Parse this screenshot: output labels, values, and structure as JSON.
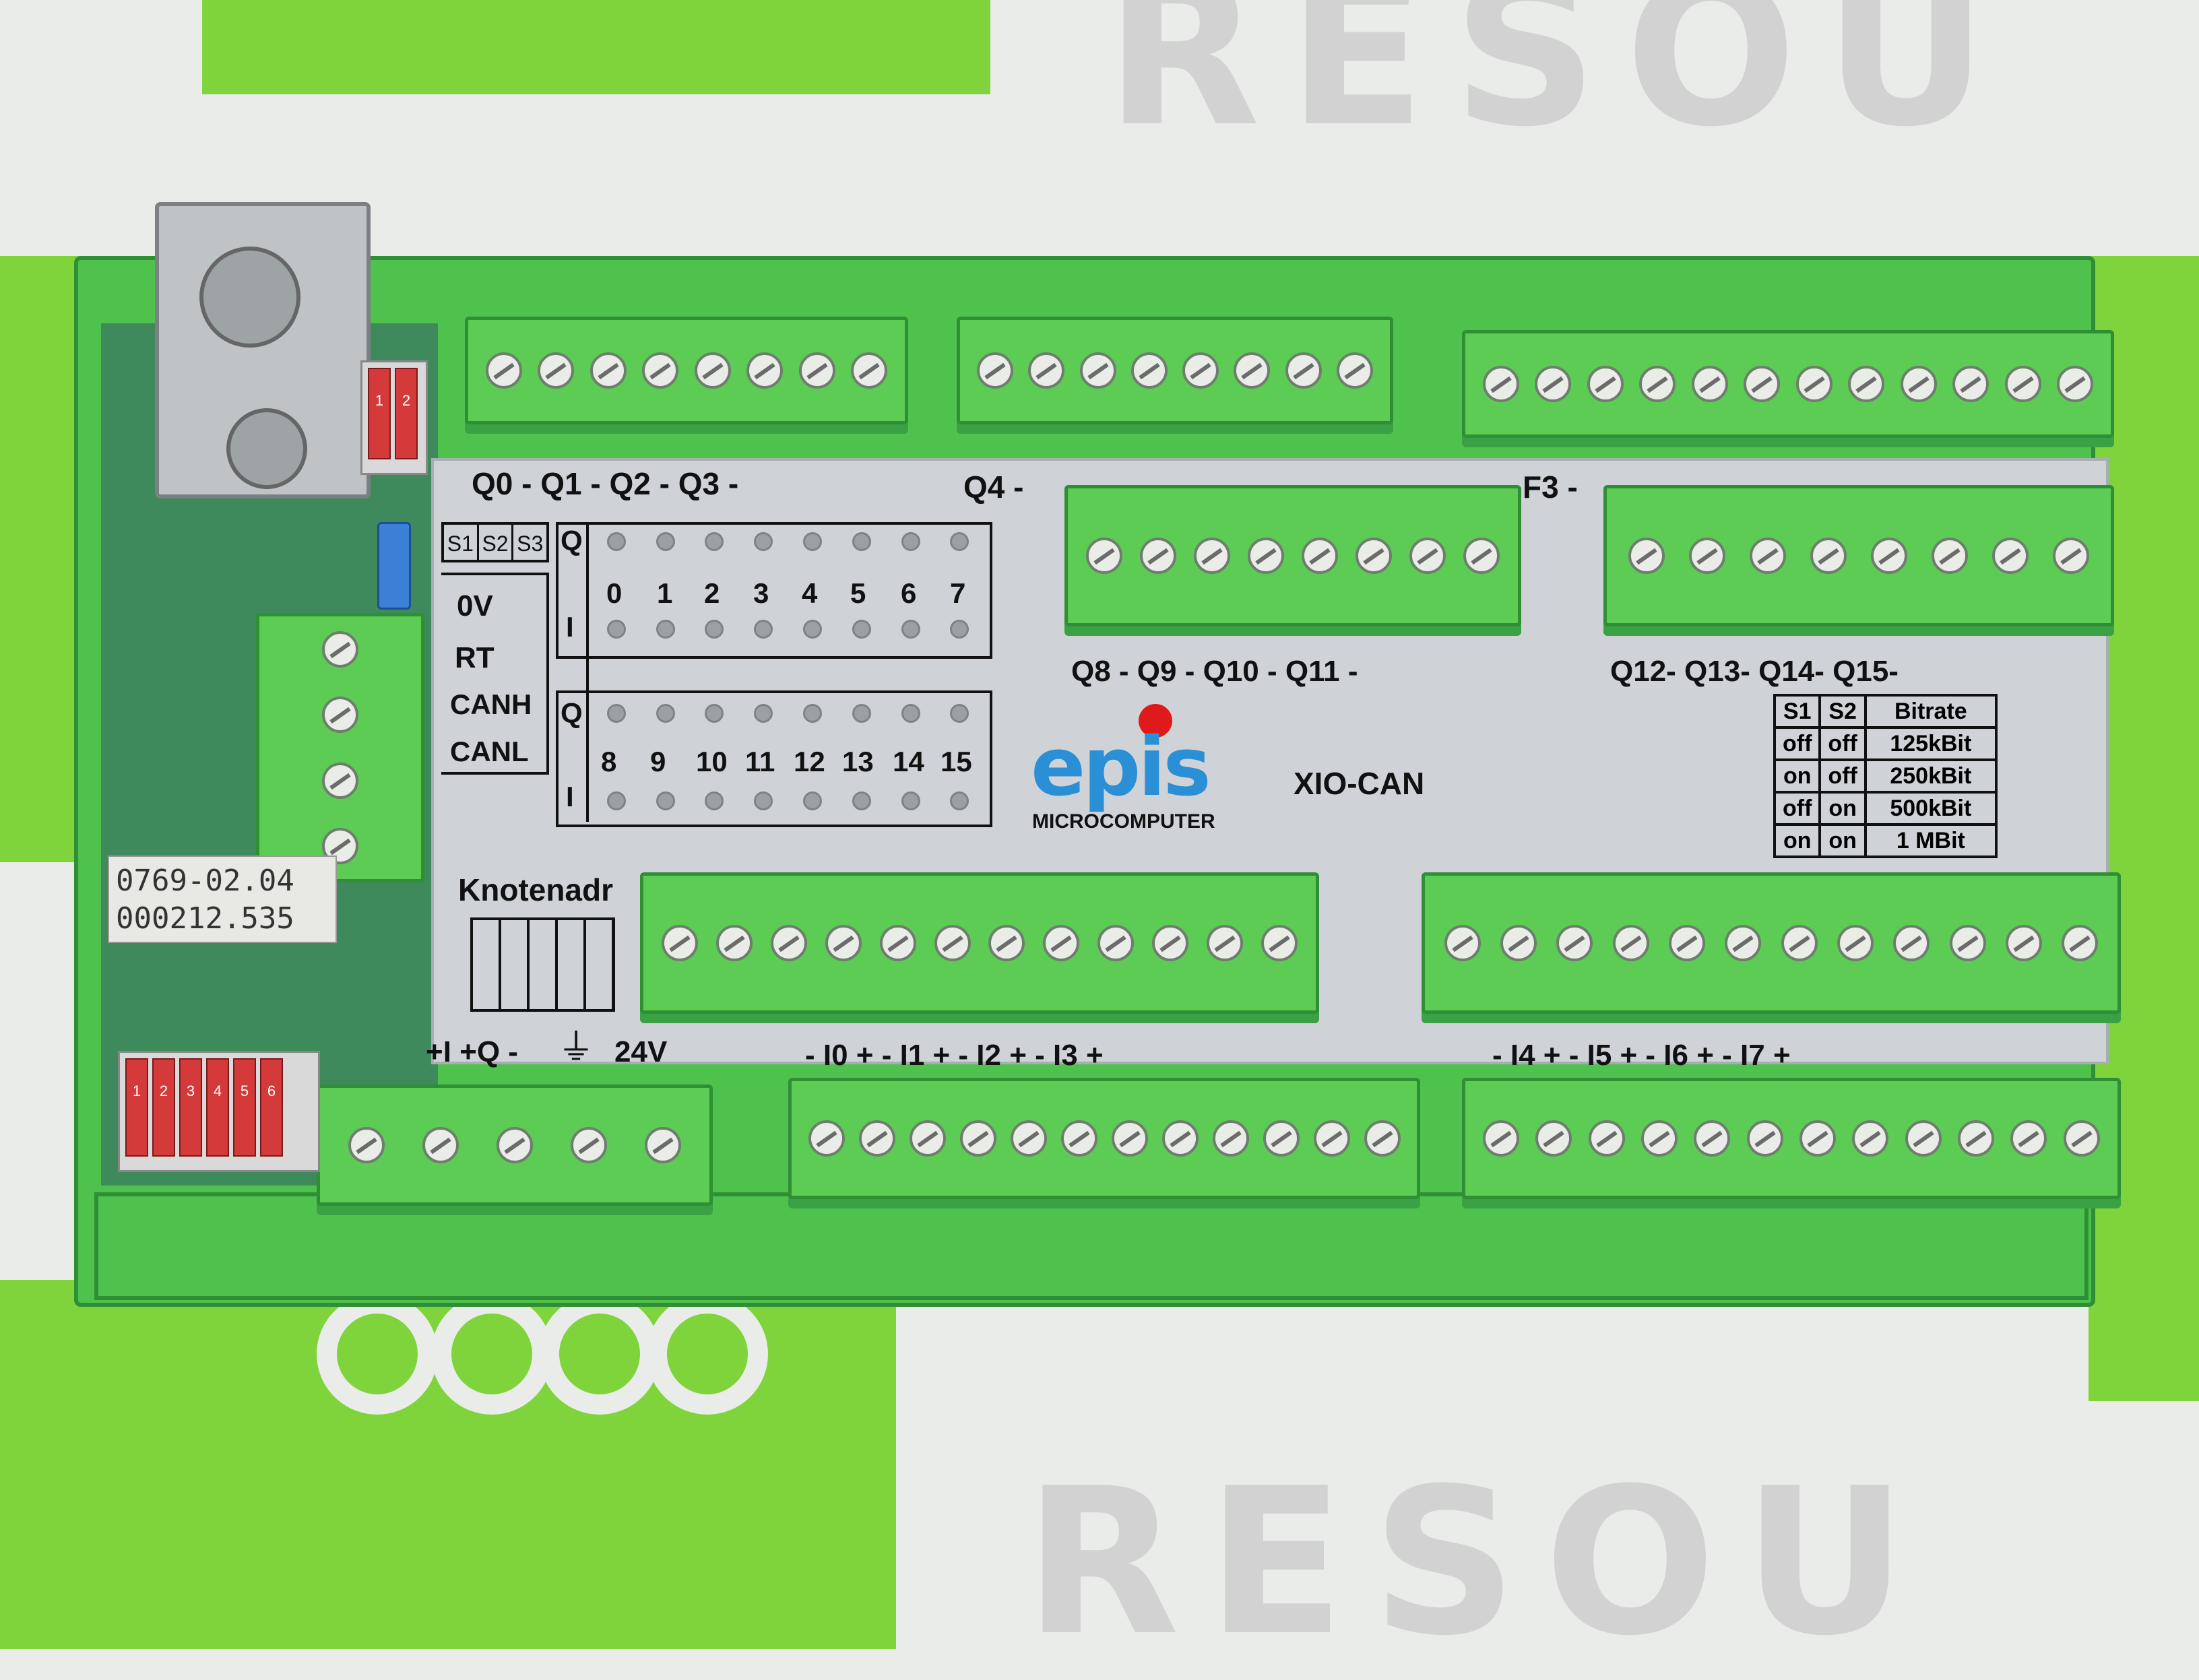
{
  "background_watermark": {
    "top": "RESOU",
    "bottom": "RESOU"
  },
  "device": {
    "model": "XIO-CAN",
    "brand_logo": "epis",
    "brand_sub": "MICROCOMPUTER",
    "sticker_line1": "0769-02.04",
    "sticker_line2": "000212.535",
    "knotenadr_label": "Knotenadr"
  },
  "top_labels": {
    "row1_left": "Q0  -  Q1  -  Q2  -  Q3  -",
    "row1_q4": "Q4  -",
    "row1_f3": "F3  -",
    "row2_mid": "Q8  -  Q9  -  Q10 -  Q11 -",
    "row2_right": "Q12-  Q13-  Q14-  Q15-"
  },
  "switch_header": [
    "S1",
    "S2",
    "S3"
  ],
  "can_pins": [
    "0V",
    "RT",
    "CANH",
    "CANL"
  ],
  "led_matrix": {
    "row_q": "Q",
    "row_i": "I",
    "upper_numbers": [
      "0",
      "1",
      "2",
      "3",
      "4",
      "5",
      "6",
      "7"
    ],
    "lower_numbers": [
      "8",
      "9",
      "10",
      "11",
      "12",
      "13",
      "14",
      "15"
    ]
  },
  "bitrate_table": {
    "headers": [
      "S1",
      "S2",
      "Bitrate"
    ],
    "rows": [
      [
        "off",
        "off",
        "125kBit"
      ],
      [
        "on",
        "off",
        "250kBit"
      ],
      [
        "off",
        "on",
        "500kBit"
      ],
      [
        "on",
        "on",
        "1 MBit"
      ]
    ]
  },
  "bottom_labels": {
    "power": "+I +Q  -",
    "ground_symbol": "⏚",
    "voltage": "24V",
    "inputs_left": "-   I0   +   -   I1   +   -   I2   +   -   I3   +",
    "inputs_right": "-   I4   +   -   I5   +   -   I6   +   -   I7   +"
  },
  "dip_small": [
    "1",
    "2"
  ],
  "dip_large": [
    "1",
    "2",
    "3",
    "4",
    "5",
    "6"
  ],
  "colors": {
    "housing_green": "#4fc24d",
    "terminal_green": "#5ccc55",
    "panel_grey": "#cfd3d8",
    "pcb": "#3f8a5c",
    "dip_red": "#d43a3a",
    "led_red": "#e01a1a",
    "logo_blue": "#2a8fd4"
  }
}
